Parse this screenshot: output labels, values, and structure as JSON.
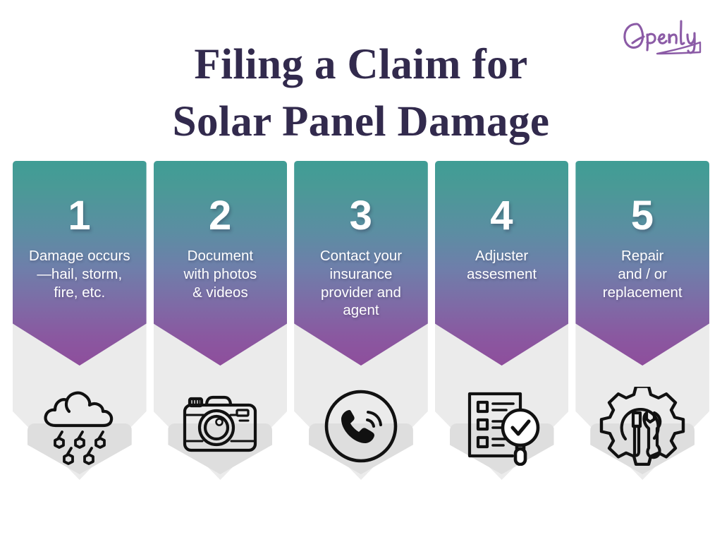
{
  "brand": {
    "name": "Openly",
    "logo_color": "#8b5ba6",
    "icon": "openly-script-wordmark"
  },
  "title": {
    "text": "Filing a Claim for\nSolar Panel Damage",
    "color": "#322a4d"
  },
  "theme": {
    "background": "#ffffff",
    "banner_gradient_top": "#3f9d95",
    "banner_gradient_bottom": "#8e4e9c",
    "tray_color": "#ebebeb",
    "tray_shadow_color": "#dedede",
    "icon_color": "#111111",
    "number_color": "#ffffff",
    "label_color": "#ffffff"
  },
  "steps": [
    {
      "number": "1",
      "label": "Damage occurs\n—hail, storm,\nfire, etc.",
      "icon": "hail-cloud-icon"
    },
    {
      "number": "2",
      "label": "Document\nwith photos\n& videos",
      "icon": "camera-icon"
    },
    {
      "number": "3",
      "label": "Contact your\ninsurance\nprovider and\nagent",
      "icon": "phone-call-icon"
    },
    {
      "number": "4",
      "label": "Adjuster\nassesment",
      "icon": "clipboard-magnifier-check-icon"
    },
    {
      "number": "5",
      "label": "Repair\nand / or\nreplacement",
      "icon": "gear-tools-icon"
    }
  ]
}
